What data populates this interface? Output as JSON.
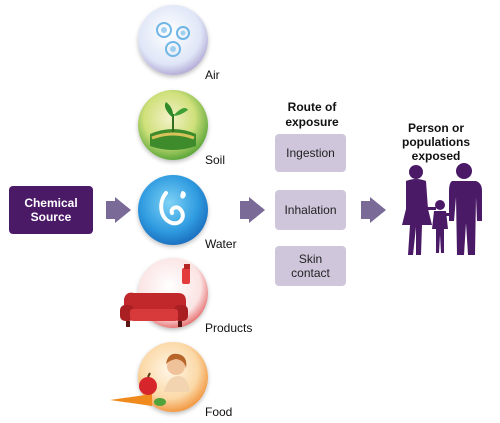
{
  "source": {
    "label_line1": "Chemical",
    "label_line2": "Source"
  },
  "media": [
    {
      "label": "Air",
      "icon": "air-icon",
      "color": "#b4a8cf"
    },
    {
      "label": "Soil",
      "icon": "soil-icon",
      "color": "#3e9b2e"
    },
    {
      "label": "Water",
      "icon": "water-icon",
      "color": "#1a6fc4"
    },
    {
      "label": "Products",
      "icon": "products-icon",
      "color": "#d62f2f"
    },
    {
      "label": "Food",
      "icon": "food-icon",
      "color": "#e77a1d"
    }
  ],
  "route": {
    "title_line1": "Route of",
    "title_line2": "exposure",
    "items": [
      "Ingestion",
      "Inhalation",
      "Skin contact"
    ]
  },
  "exposed": {
    "title_line1": "Person or",
    "title_line2": "populations",
    "title_line3": "exposed"
  },
  "colors": {
    "brand_purple": "#4b1a67",
    "arrow": "#7a6a98",
    "route_box": "#cfc6dc"
  }
}
